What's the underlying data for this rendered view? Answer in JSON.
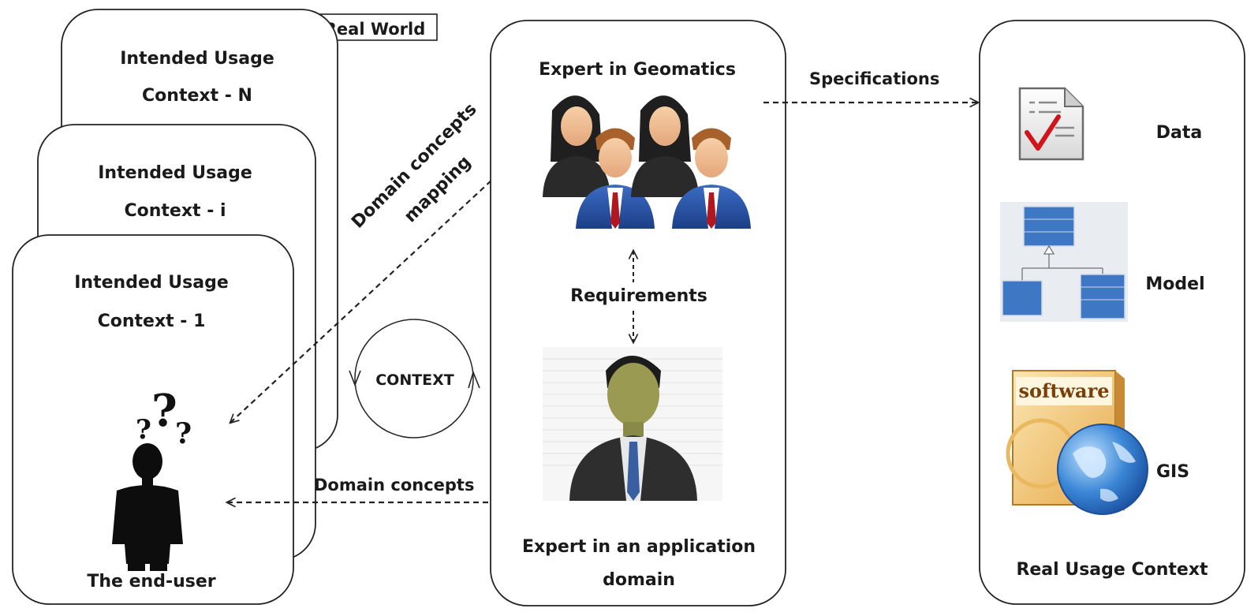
{
  "real_world_label": "Real World",
  "contexts": {
    "n": [
      "Intended Usage",
      "Context - N"
    ],
    "i": [
      "Intended Usage",
      "Context - i"
    ],
    "one": [
      "Intended Usage",
      "Context - 1"
    ]
  },
  "end_user_label": "The end-user",
  "context_circle_label": "CONTEXT",
  "domain_mapping": [
    "Domain concepts",
    "mapping"
  ],
  "domain_concepts_label": "Domain concepts",
  "expert_geomatics_label": "Expert in Geomatics",
  "requirements_label": "Requirements",
  "expert_domain_label": [
    "Expert in an application",
    "domain"
  ],
  "specifications_label": "Specifications",
  "real_usage": {
    "items": [
      "Data",
      "Model",
      "GIS"
    ],
    "footer": "Real Usage Context"
  },
  "software_box_text": "software",
  "icons": {
    "question": "question-marks-icon",
    "end_user": "person-silhouette-icon",
    "geomatics": "expert-group-icon",
    "domain_expert": "businessman-icon",
    "data": "document-check-icon",
    "model": "uml-diagram-icon",
    "gis": "software-globe-icon"
  },
  "colors": {
    "stroke": "#222222",
    "text": "#1a1a1a",
    "check": "#d0141a",
    "globe": "#2e6fc4",
    "suit": "#2b58a8",
    "uml": "#3e78c4",
    "box": "#f4d79a"
  }
}
